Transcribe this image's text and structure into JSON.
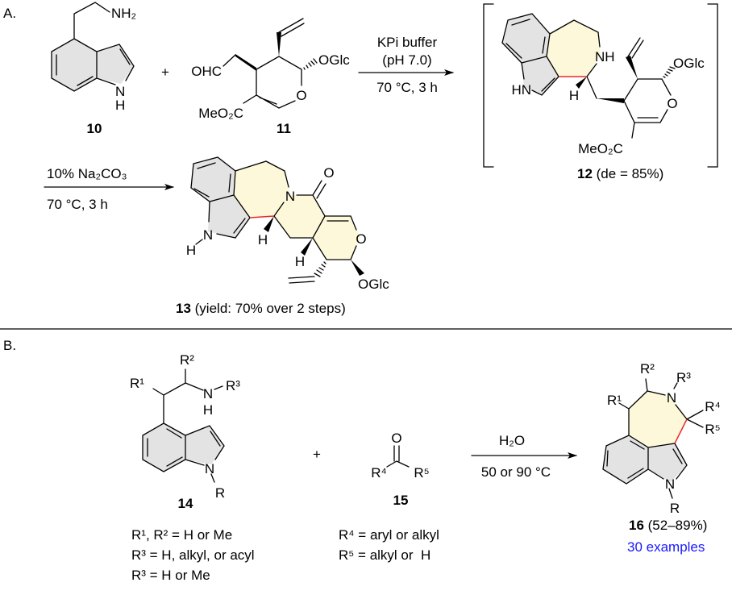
{
  "part_a": {
    "label": "A.",
    "plus": "+",
    "c10": {
      "number": "10",
      "nh2": "NH₂",
      "n": "N",
      "h": "H"
    },
    "c11": {
      "number": "11",
      "ohc": "OHC",
      "ester": "MeO₂C",
      "o": "O",
      "oglc": "OGlc"
    },
    "step1": {
      "line1": "KPi buffer",
      "line2": "(pH 7.0)",
      "line3": "70 °C, 3 h"
    },
    "c12": {
      "number": "12",
      "caption": " (de = 85%)",
      "hn": "HN",
      "nh": "NH",
      "h": "H",
      "o": "O",
      "oglc": "OGlc",
      "ester": "MeO₂C"
    },
    "step2": {
      "line1": "10% Na₂CO₃",
      "line2": "70 °C, 3 h"
    },
    "c13": {
      "number": "13",
      "caption": " (yield: 70% over 2 steps)",
      "n_ring": "N",
      "n_indole": "N",
      "h_n": "H",
      "h1": "H",
      "h2": "H",
      "o_carbonyl": "O",
      "o_ring": "O",
      "oglc": "OGlc"
    }
  },
  "part_b": {
    "label": "B.",
    "plus": "+",
    "c14": {
      "number": "14",
      "r1": "R¹",
      "r2": "R²",
      "r3": "R³",
      "n_amine": "N",
      "h": "H",
      "n_indole": "N",
      "r": "R"
    },
    "c15": {
      "number": "15",
      "o": "O",
      "r4": "R⁴",
      "r5": "R⁵"
    },
    "step": {
      "line1": "H₂O",
      "line2": "50 or 90 °C"
    },
    "c16": {
      "number": "16",
      "caption": " (52–89%)",
      "examples": "30 examples",
      "r1": "R¹",
      "r2": "R²",
      "r3": "R³",
      "r4": "R⁴",
      "r5": "R⁵",
      "n_ring": "N",
      "n_indole": "N",
      "r": "R"
    },
    "conditions_14": [
      "R¹, R² = H or Me",
      "R³ = H, alkyl, or acyl",
      "R³ = H or Me"
    ],
    "conditions_15": [
      "R⁴ = aryl or alkyl",
      "R⁵ = alkyl or  H"
    ]
  },
  "colors": {
    "new_bond": "#e8282b",
    "ring_highlight": "#fcf8d9",
    "aromatic_fill": "#e3e3e3",
    "examples_text": "#1a1aff"
  }
}
